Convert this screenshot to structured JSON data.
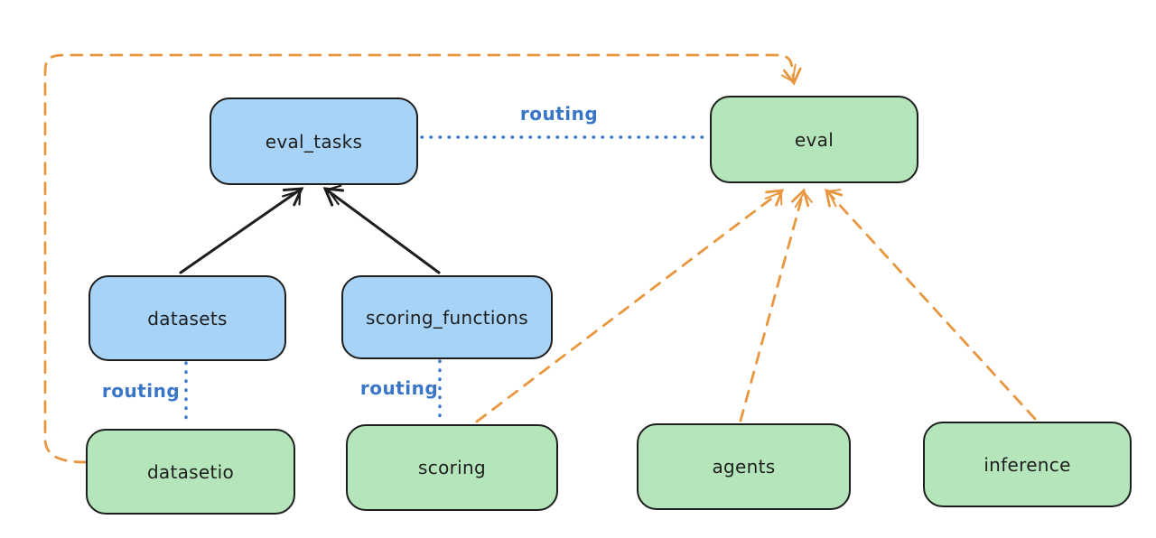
{
  "diagram": {
    "nodes": [
      {
        "id": "eval_tasks",
        "label": "eval_tasks",
        "color": "blue"
      },
      {
        "id": "eval",
        "label": "eval",
        "color": "green"
      },
      {
        "id": "datasets",
        "label": "datasets",
        "color": "blue"
      },
      {
        "id": "scoring_functions",
        "label": "scoring_functions",
        "color": "blue"
      },
      {
        "id": "datasetio",
        "label": "datasetio",
        "color": "green"
      },
      {
        "id": "scoring",
        "label": "scoring",
        "color": "green"
      },
      {
        "id": "agents",
        "label": "agents",
        "color": "green"
      },
      {
        "id": "inference",
        "label": "inference",
        "color": "green"
      }
    ],
    "edges": [
      {
        "from": "datasets",
        "to": "eval_tasks",
        "style": "solid-black-arrow",
        "label": ""
      },
      {
        "from": "scoring_functions",
        "to": "eval_tasks",
        "style": "solid-black-arrow",
        "label": ""
      },
      {
        "from": "eval_tasks",
        "to": "eval",
        "style": "dotted-blue",
        "label": "routing"
      },
      {
        "from": "datasets",
        "to": "datasetio",
        "style": "dotted-blue",
        "label": "routing"
      },
      {
        "from": "scoring_functions",
        "to": "scoring",
        "style": "dotted-blue",
        "label": "routing"
      },
      {
        "from": "datasetio",
        "to": "eval",
        "style": "dashed-orange-arrow",
        "label": ""
      },
      {
        "from": "scoring",
        "to": "eval",
        "style": "dashed-orange-arrow",
        "label": ""
      },
      {
        "from": "agents",
        "to": "eval",
        "style": "dashed-orange-arrow",
        "label": ""
      },
      {
        "from": "inference",
        "to": "eval",
        "style": "dashed-orange-arrow",
        "label": ""
      }
    ],
    "colors": {
      "node-blue": "#a7d3f7",
      "node-green": "#b5e6bb",
      "stroke": "#1e1e1e",
      "edge-blue": "#3a76c8",
      "edge-orange": "#e8973f"
    }
  }
}
